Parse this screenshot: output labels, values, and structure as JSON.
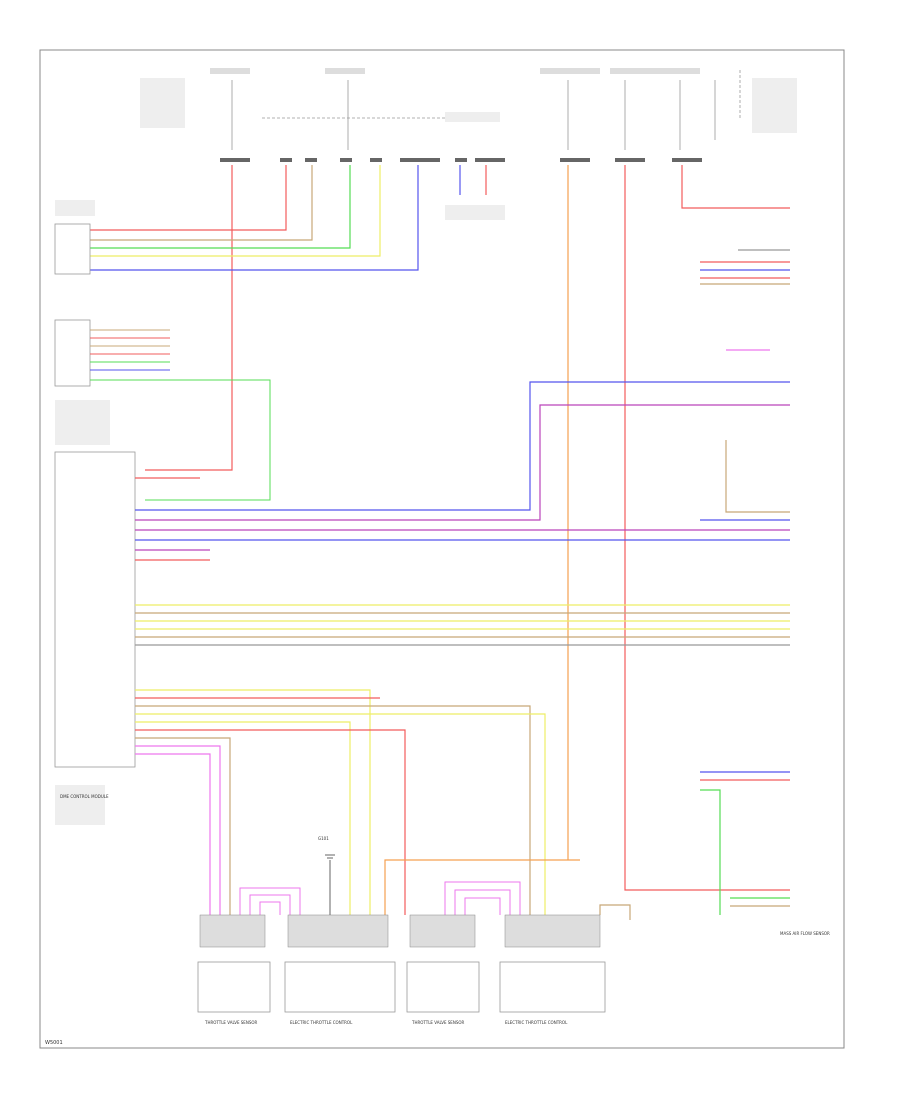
{
  "diagram_code": "W5001",
  "colors": {
    "red": "#f25c5c",
    "pink": "#ee77ee",
    "green": "#55dd55",
    "yellow": "#eeee66",
    "blue": "#5555ee",
    "violet": "#bb44bb",
    "orange": "#f5a050",
    "tan": "#c8a878",
    "gray": "#999999",
    "black": "#444444"
  },
  "texts": {
    "dme_label": "DME CONTROL MODULE",
    "throttle1": "THROTTLE VALVE SENSOR",
    "etc1": "ELECTRIC THROTTLE CONTROL",
    "throttle2": "THROTTLE VALVE SENSOR",
    "etc2": "ELECTRIC THROTTLE CONTROL",
    "mass_air": "MASS AIR FLOW SENSOR",
    "ground": "G101"
  }
}
